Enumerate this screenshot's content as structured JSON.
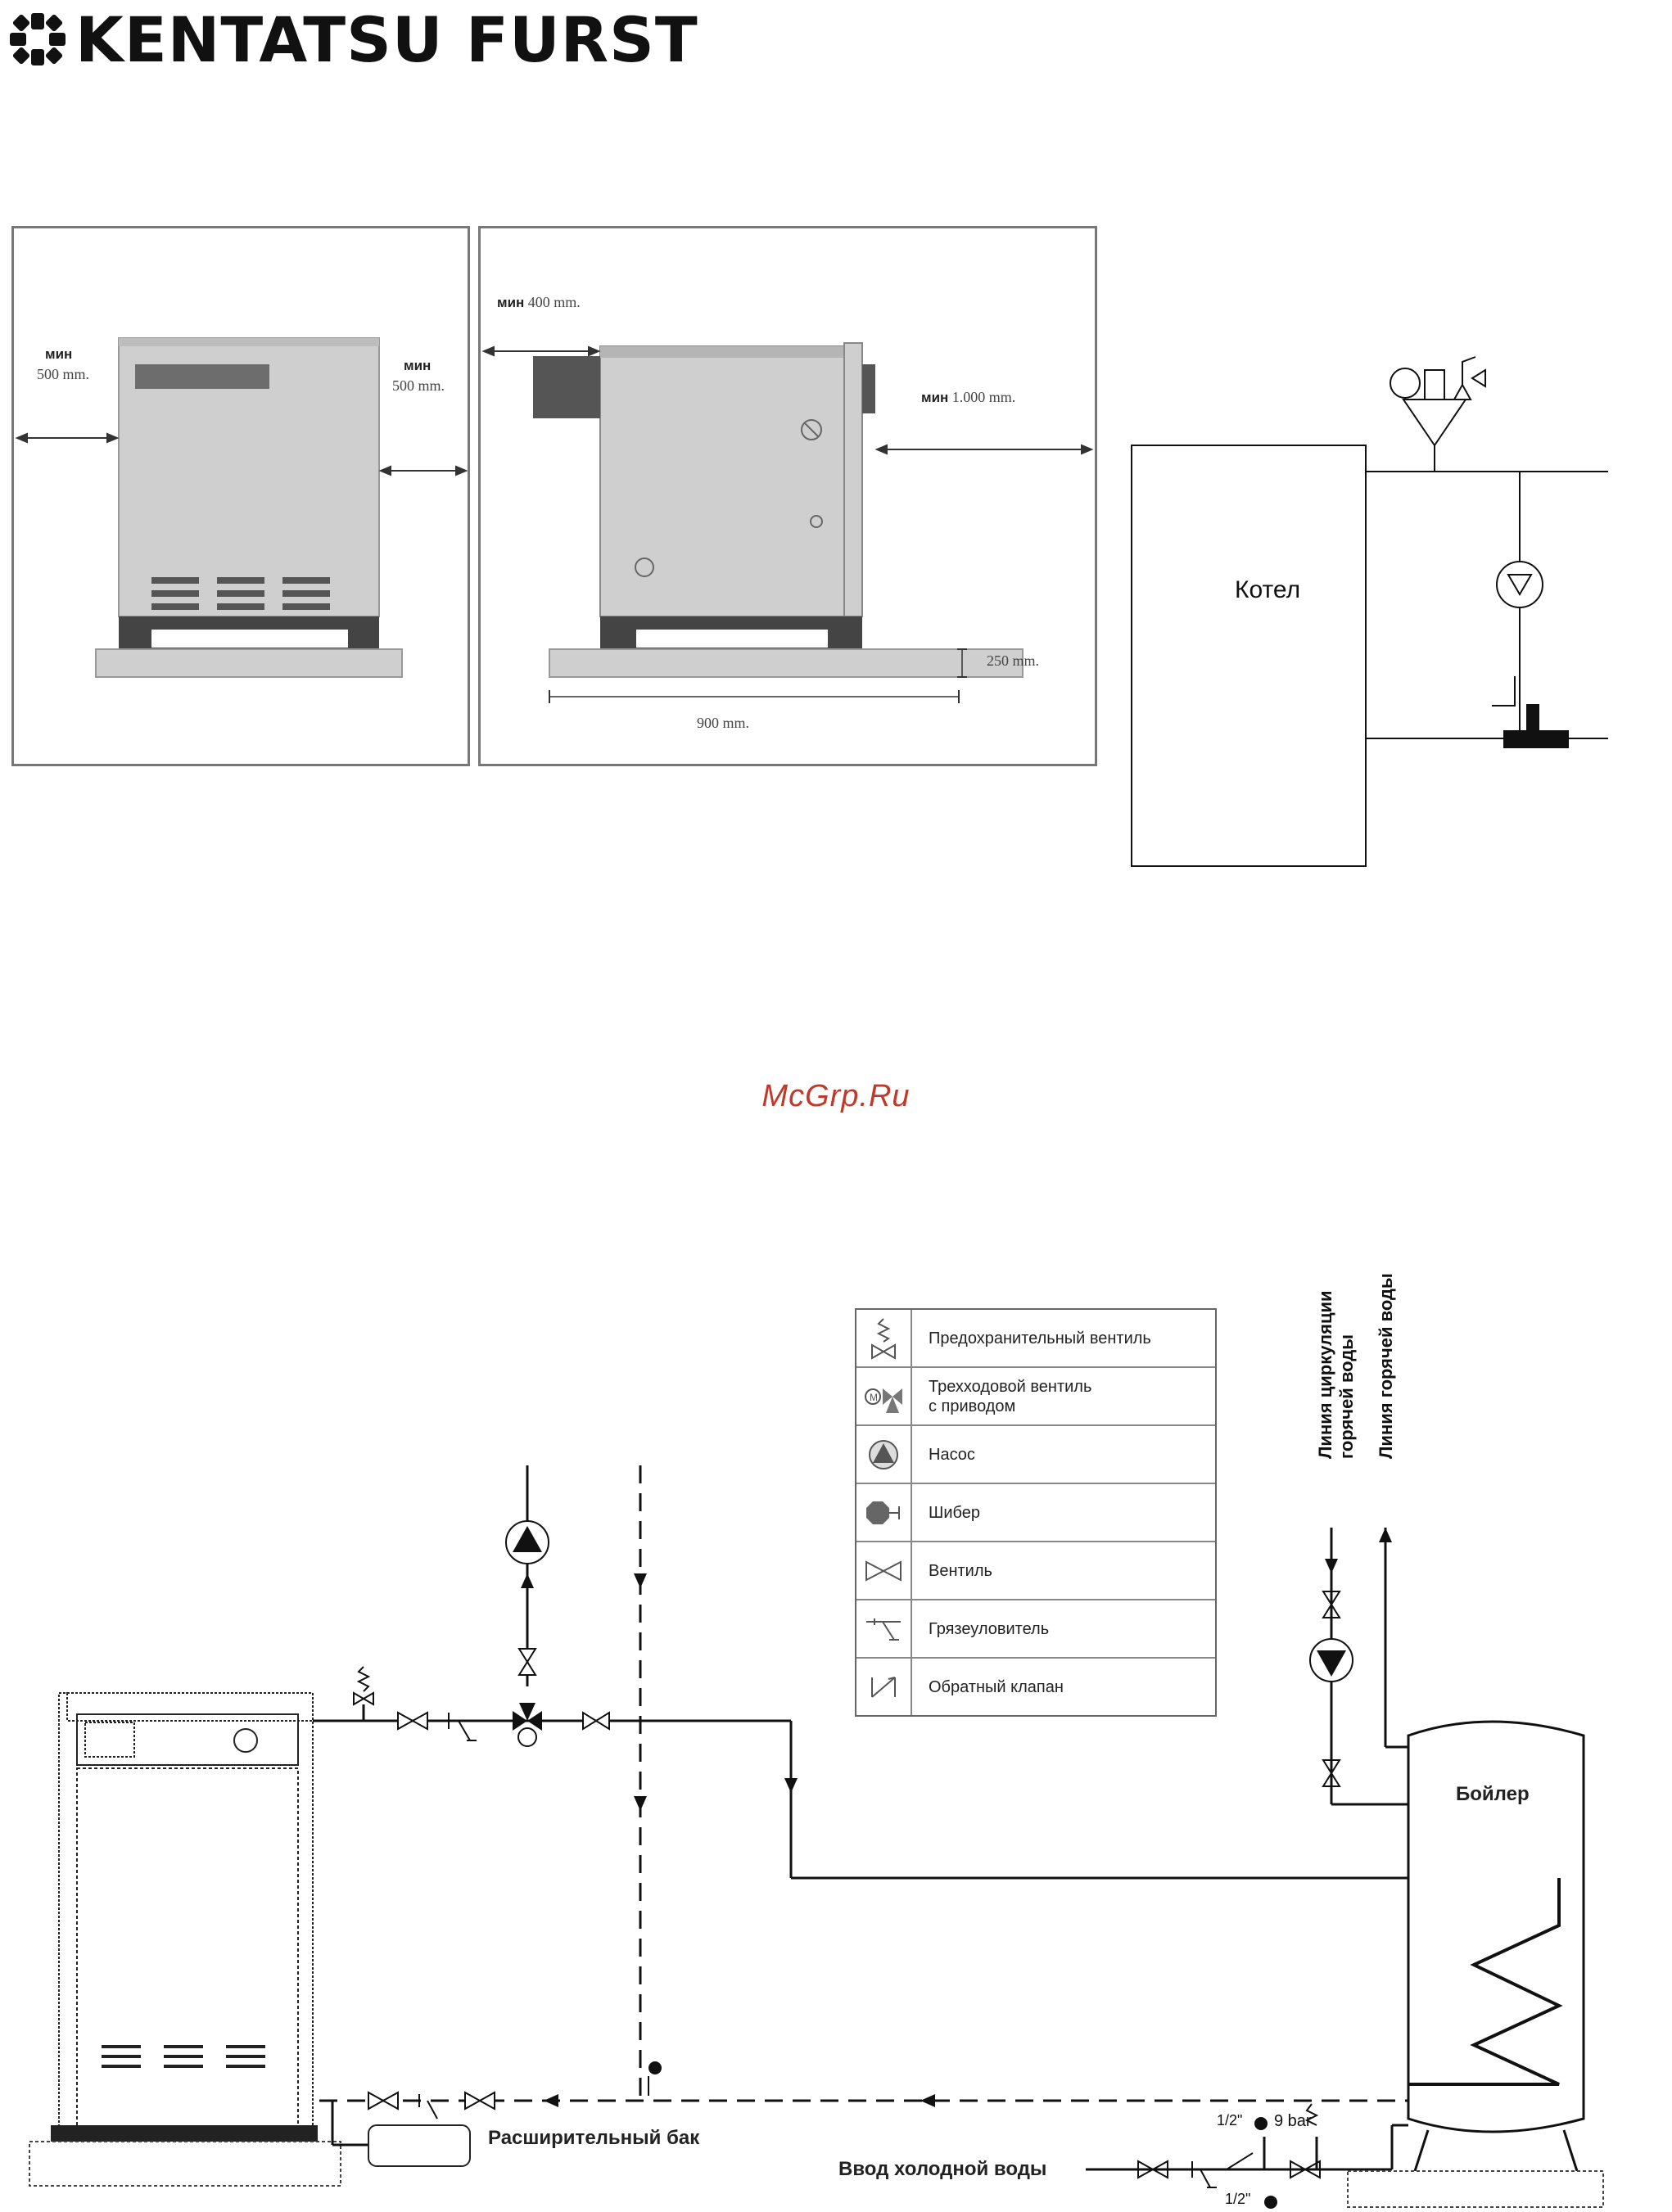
{
  "header": {
    "brand": "KENTATSU FURST",
    "icon": "kentatsu-logo-icon"
  },
  "watermark": "McGrp.Ru",
  "front_view": {
    "left_label": "мин",
    "left_value": "500 mm.",
    "right_label": "мин",
    "right_value": "500 mm."
  },
  "side_view": {
    "back_label": "мин",
    "back_value": "400 mm.",
    "front_label": "мин",
    "front_value": "1.000 mm.",
    "base_height": "250 mm.",
    "length": "900 mm."
  },
  "circuit_small": {
    "boiler_label": "Котел"
  },
  "legend": {
    "items": [
      {
        "icon": "safety-valve-icon",
        "label": "Предохранительный вентиль"
      },
      {
        "icon": "three-way-valve-icon",
        "label": "Трехходовой вентиль\nс приводом"
      },
      {
        "icon": "pump-icon",
        "label": "Насос"
      },
      {
        "icon": "gate-valve-icon",
        "label": "Шибер"
      },
      {
        "icon": "valve-icon",
        "label": "Вентиль"
      },
      {
        "icon": "dirt-trap-icon",
        "label": "Грязеуловитель"
      },
      {
        "icon": "check-valve-icon",
        "label": "Обратный клапан"
      }
    ]
  },
  "scheme": {
    "recirc_line": "Линия циркуляции\nгорячей воды",
    "hot_line": "Линия горячей воды",
    "boiler": "Бойлер",
    "expansion_tank": "Расширительный бак",
    "cold_inlet": "Ввод холодной воды",
    "pipe_size_1": "1/2\"",
    "pipe_size_2": "1/2\"",
    "pressure": "9 bar"
  }
}
